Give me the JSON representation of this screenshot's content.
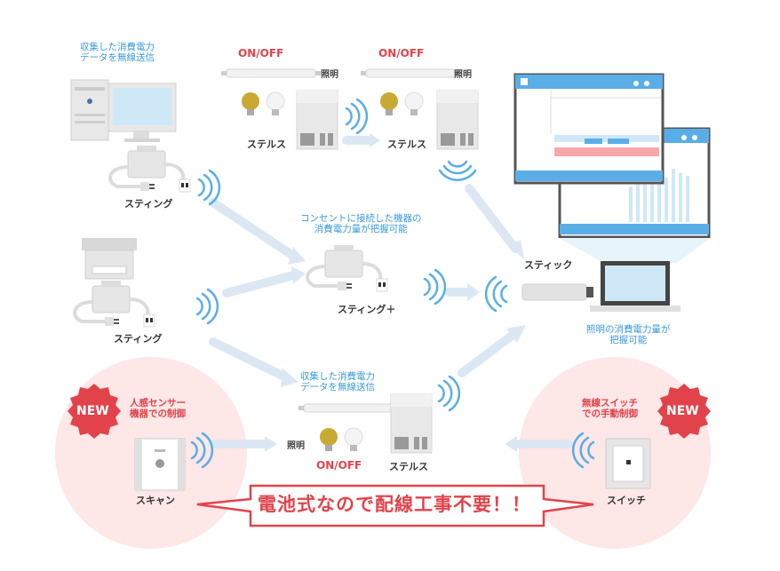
{
  "colors": {
    "accent_blue": "#3a9ad9",
    "accent_red": "#e2434b",
    "device_gray": "#e6e6e6",
    "arrow": "#dbe8f3",
    "pink_zone": "#fde7e7"
  },
  "labels": {
    "top_left_note": [
      "収集した消費電力",
      "データを無線送信"
    ],
    "onoff_1": "ON/OFF",
    "onoff_2": "ON/OFF",
    "onoff_3": "ON/OFF",
    "light_1": "照明",
    "light_2": "照明",
    "light_3": "照明",
    "stealth_1": "ステルス",
    "stealth_2": "ステルス",
    "stealth_3": "ステルス",
    "sting_1": "スティング",
    "sting_2": "スティング",
    "center_note": [
      "コンセントに接続した機器の",
      "消費電力量が把握可能"
    ],
    "sting_plus": "スティング＋",
    "stick": "スティック",
    "right_note": [
      "照明の消費電力量が",
      "把握可能"
    ],
    "bottom_note": [
      "収集した消費電力",
      "データを無線送信"
    ],
    "sensor_note": [
      "人感センサー",
      "機器での制御"
    ],
    "switch_note": [
      "無線スイッチ",
      "での手動制御"
    ],
    "new_1": "NEW",
    "new_2": "NEW",
    "scan": "スキャン",
    "switch": "スイッチ",
    "banner": "電池式なので配線工事不要！！"
  },
  "icons": [
    "desktop-pc-icon",
    "printer-icon",
    "power-tap-icon",
    "fluorescent-tube-icon",
    "bulb-icon",
    "stealth-meter-icon",
    "wireless-signal-icon",
    "usb-stick-icon",
    "laptop-icon",
    "app-window-icon",
    "motion-sensor-icon",
    "wall-switch-icon",
    "arrow-icon"
  ]
}
